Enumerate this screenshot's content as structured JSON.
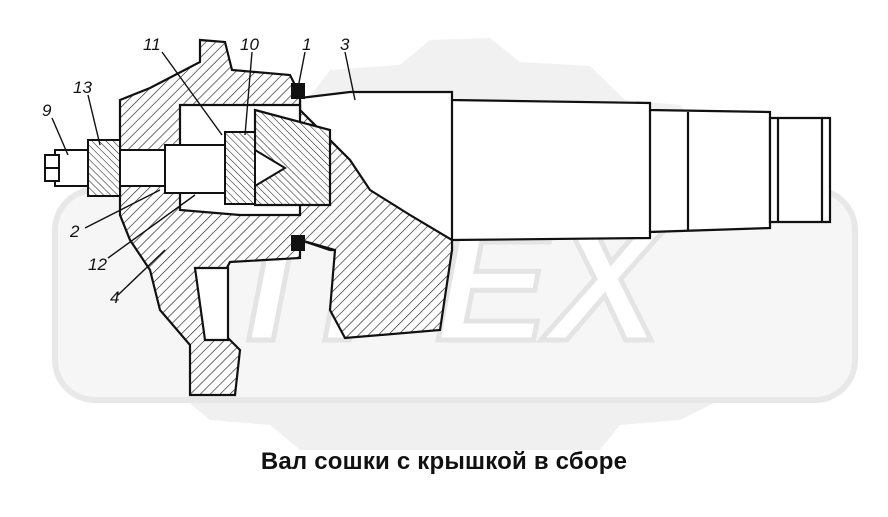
{
  "diagram": {
    "caption": "Вал сошки с крышкой в сборе",
    "watermark_text": "TPEX",
    "callouts": [
      {
        "id": "c11",
        "label": "11"
      },
      {
        "id": "c10",
        "label": "10"
      },
      {
        "id": "c1",
        "label": "1"
      },
      {
        "id": "c3",
        "label": "3"
      },
      {
        "id": "c13",
        "label": "13"
      },
      {
        "id": "c9",
        "label": "9"
      },
      {
        "id": "c2",
        "label": "2"
      },
      {
        "id": "c12",
        "label": "12"
      },
      {
        "id": "c4",
        "label": "4"
      }
    ]
  }
}
